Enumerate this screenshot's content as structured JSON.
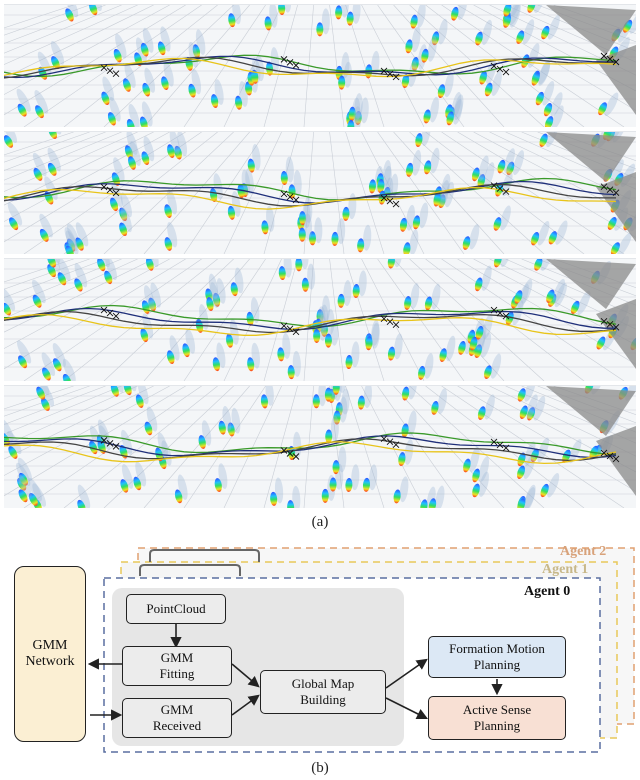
{
  "figure": {
    "caption_a": "(a)",
    "caption_b": "(b)"
  },
  "diagram": {
    "agents": [
      "Agent 2",
      "Agent 1",
      "Agent 0"
    ],
    "network_box": "GMM Network",
    "pointcloud_box": "PointCloud",
    "fitting_box": "GMM Fitting",
    "received_box": "GMM Received",
    "global_map_box": "Global Map Building",
    "formation_box": "Formation Motion Planning",
    "active_sense_box": "Active Sense Planning",
    "colors": {
      "agent2_border": "#e0a070",
      "agent1_border": "#e8c85a",
      "agent0_border": "#5a6fa0",
      "network_fill": "#fbefd3",
      "formation_fill": "#dce8f5",
      "active_fill": "#f8e0d4",
      "gray_fill": "#e6e6e6"
    }
  },
  "trajectory_panels": {
    "count": 4,
    "path_colors": [
      "#3a9a2a",
      "#1f2f7a",
      "#444444",
      "#e8c41a"
    ],
    "icon": "drone-quadrotor-icon"
  }
}
